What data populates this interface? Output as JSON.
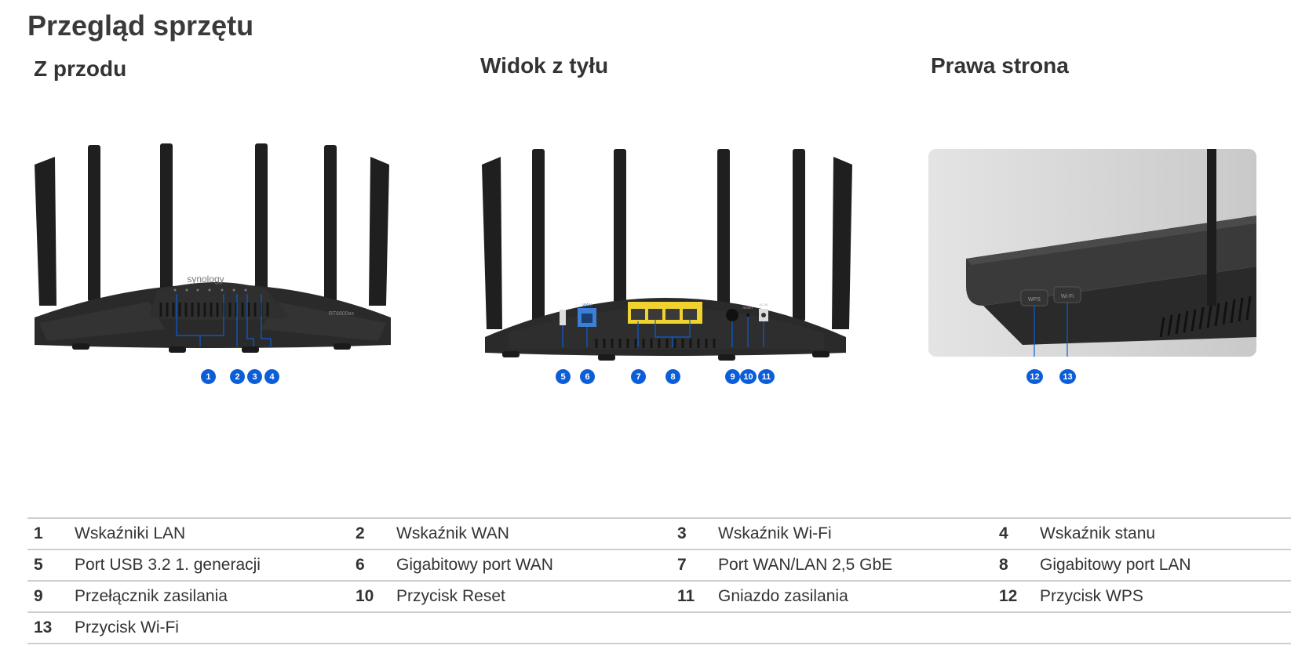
{
  "title": "Przegląd sprzętu",
  "views": {
    "front": {
      "title": "Z przodu",
      "brand": "synology",
      "model": "RT6600ax"
    },
    "rear": {
      "title": "Widok z tyłu",
      "port_label_wan": "WAN",
      "port_label_reset": "RESET",
      "port_label_dc": "DC IN"
    },
    "side": {
      "title": "Prawa strona",
      "button_wps": "WPS",
      "button_wifi": "Wi-Fi"
    }
  },
  "callouts": [
    "1",
    "2",
    "3",
    "4",
    "5",
    "6",
    "7",
    "8",
    "9",
    "10",
    "11",
    "12",
    "13"
  ],
  "legend": [
    [
      {
        "num": "1",
        "label": "Wskaźniki LAN"
      },
      {
        "num": "2",
        "label": "Wskaźnik WAN"
      },
      {
        "num": "3",
        "label": "Wskaźnik Wi-Fi"
      },
      {
        "num": "4",
        "label": "Wskaźnik stanu"
      }
    ],
    [
      {
        "num": "5",
        "label": "Port USB 3.2 1. generacji"
      },
      {
        "num": "6",
        "label": "Gigabitowy port WAN"
      },
      {
        "num": "7",
        "label": "Port WAN/LAN 2,5 GbE"
      },
      {
        "num": "8",
        "label": "Gigabitowy port LAN"
      }
    ],
    [
      {
        "num": "9",
        "label": "Przełącznik zasilania"
      },
      {
        "num": "10",
        "label": "Przycisk Reset"
      },
      {
        "num": "11",
        "label": "Gniazdo zasilania"
      },
      {
        "num": "12",
        "label": "Przycisk WPS"
      }
    ],
    [
      {
        "num": "13",
        "label": "Przycisk Wi-Fi"
      }
    ]
  ],
  "colors": {
    "accent": "#0b5ed7",
    "router_body": "#2b2b2b",
    "lan_port": "#f2d22e",
    "wan_port": "#3b7fd6"
  }
}
